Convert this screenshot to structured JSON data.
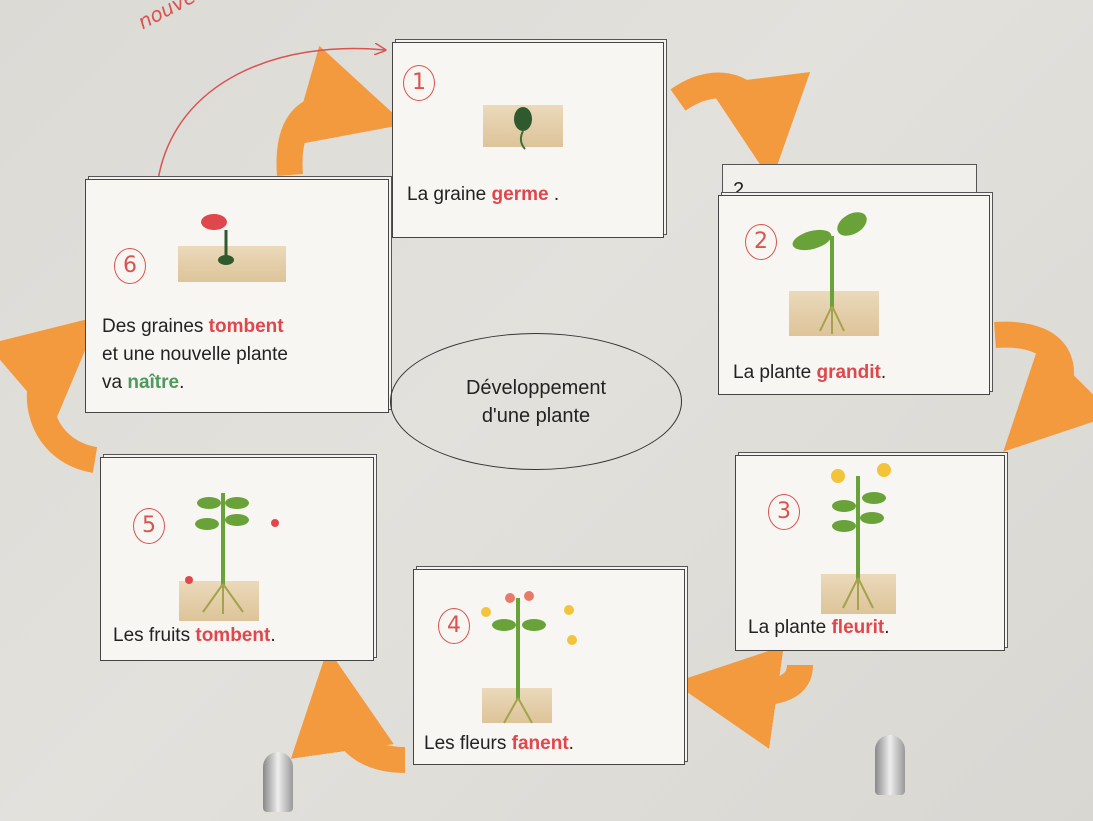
{
  "center": {
    "line1": "Développement",
    "line2": "d'une plante"
  },
  "annotation": "nouvelle plante",
  "colors": {
    "arrow": "#f39a3e",
    "highlight": "#e0474c",
    "highlight_green": "#4d9a5c",
    "handwriting": "#d9534f"
  },
  "cards": [
    {
      "number": "1",
      "before": "La graine ",
      "highlight": "germe",
      "after": " ."
    },
    {
      "number": "2",
      "back_number": "2",
      "before": "La plante ",
      "highlight": "grandit",
      "after": "."
    },
    {
      "number": "3",
      "before": "La plante ",
      "highlight": "fleurit",
      "after": "."
    },
    {
      "number": "4",
      "before": "Les fleurs ",
      "highlight": "fanent",
      "after": "."
    },
    {
      "number": "5",
      "before": "Les fruits ",
      "highlight": "tombent",
      "after": "."
    },
    {
      "number": "6",
      "line1_before": "Des graines ",
      "line1_highlight": "tombent",
      "line2": "et une nouvelle plante",
      "line3_before": "va ",
      "line3_highlight": "naître",
      "line3_after": "."
    }
  ]
}
